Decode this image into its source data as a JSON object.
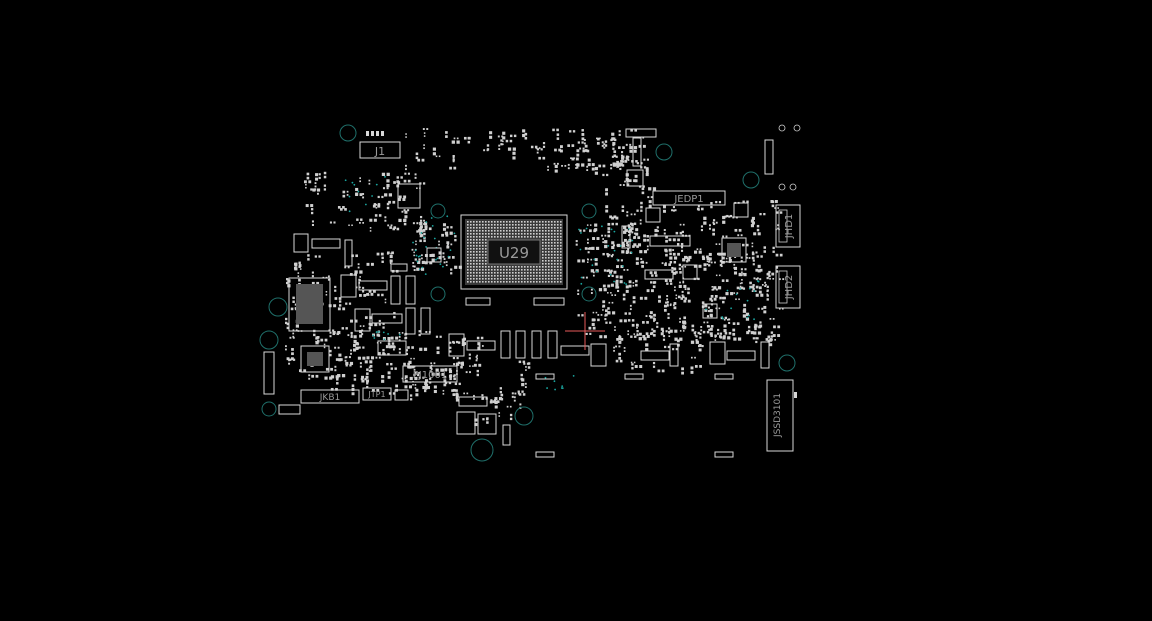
{
  "board": {
    "background": "#000000",
    "silkscreen_color": "#d8d8d8",
    "via_color": "#1f6f6a",
    "cursor_color": "#e85a5a"
  },
  "labels": {
    "cpu": "U29",
    "edp": "JEDP1",
    "j1": "J1",
    "hdmi1": "JHD1",
    "hdmi2": "JHD2",
    "power_jack": "PJ1001",
    "keyboard": "JKB1",
    "jtp": "JTP1",
    "ssd": "JSSD3101"
  }
}
